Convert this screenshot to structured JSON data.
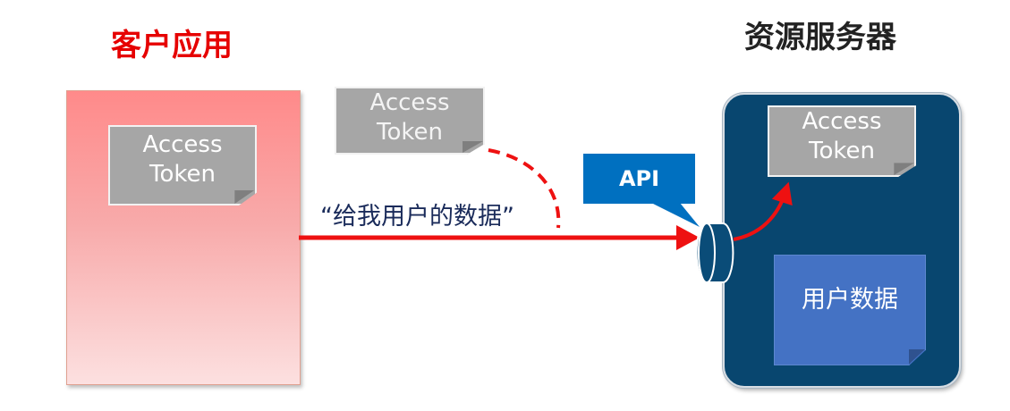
{
  "client": {
    "title": "客户应用",
    "token_line1": "Access",
    "token_line2": "Token"
  },
  "server": {
    "title": "资源服务器",
    "token_line1": "Access",
    "token_line2": "Token",
    "user_data_label": "用户数据"
  },
  "request": {
    "label": "“给我用户的数据”",
    "token_line1": "Access",
    "token_line2": "Token"
  },
  "api": {
    "label": "API"
  },
  "colors": {
    "client_title": "#e60000",
    "arrow": "#ee1111",
    "api_bubble": "#0070c0",
    "server_box": "#08466f",
    "token": "#a6a6a6",
    "user_data": "#4472c4"
  }
}
